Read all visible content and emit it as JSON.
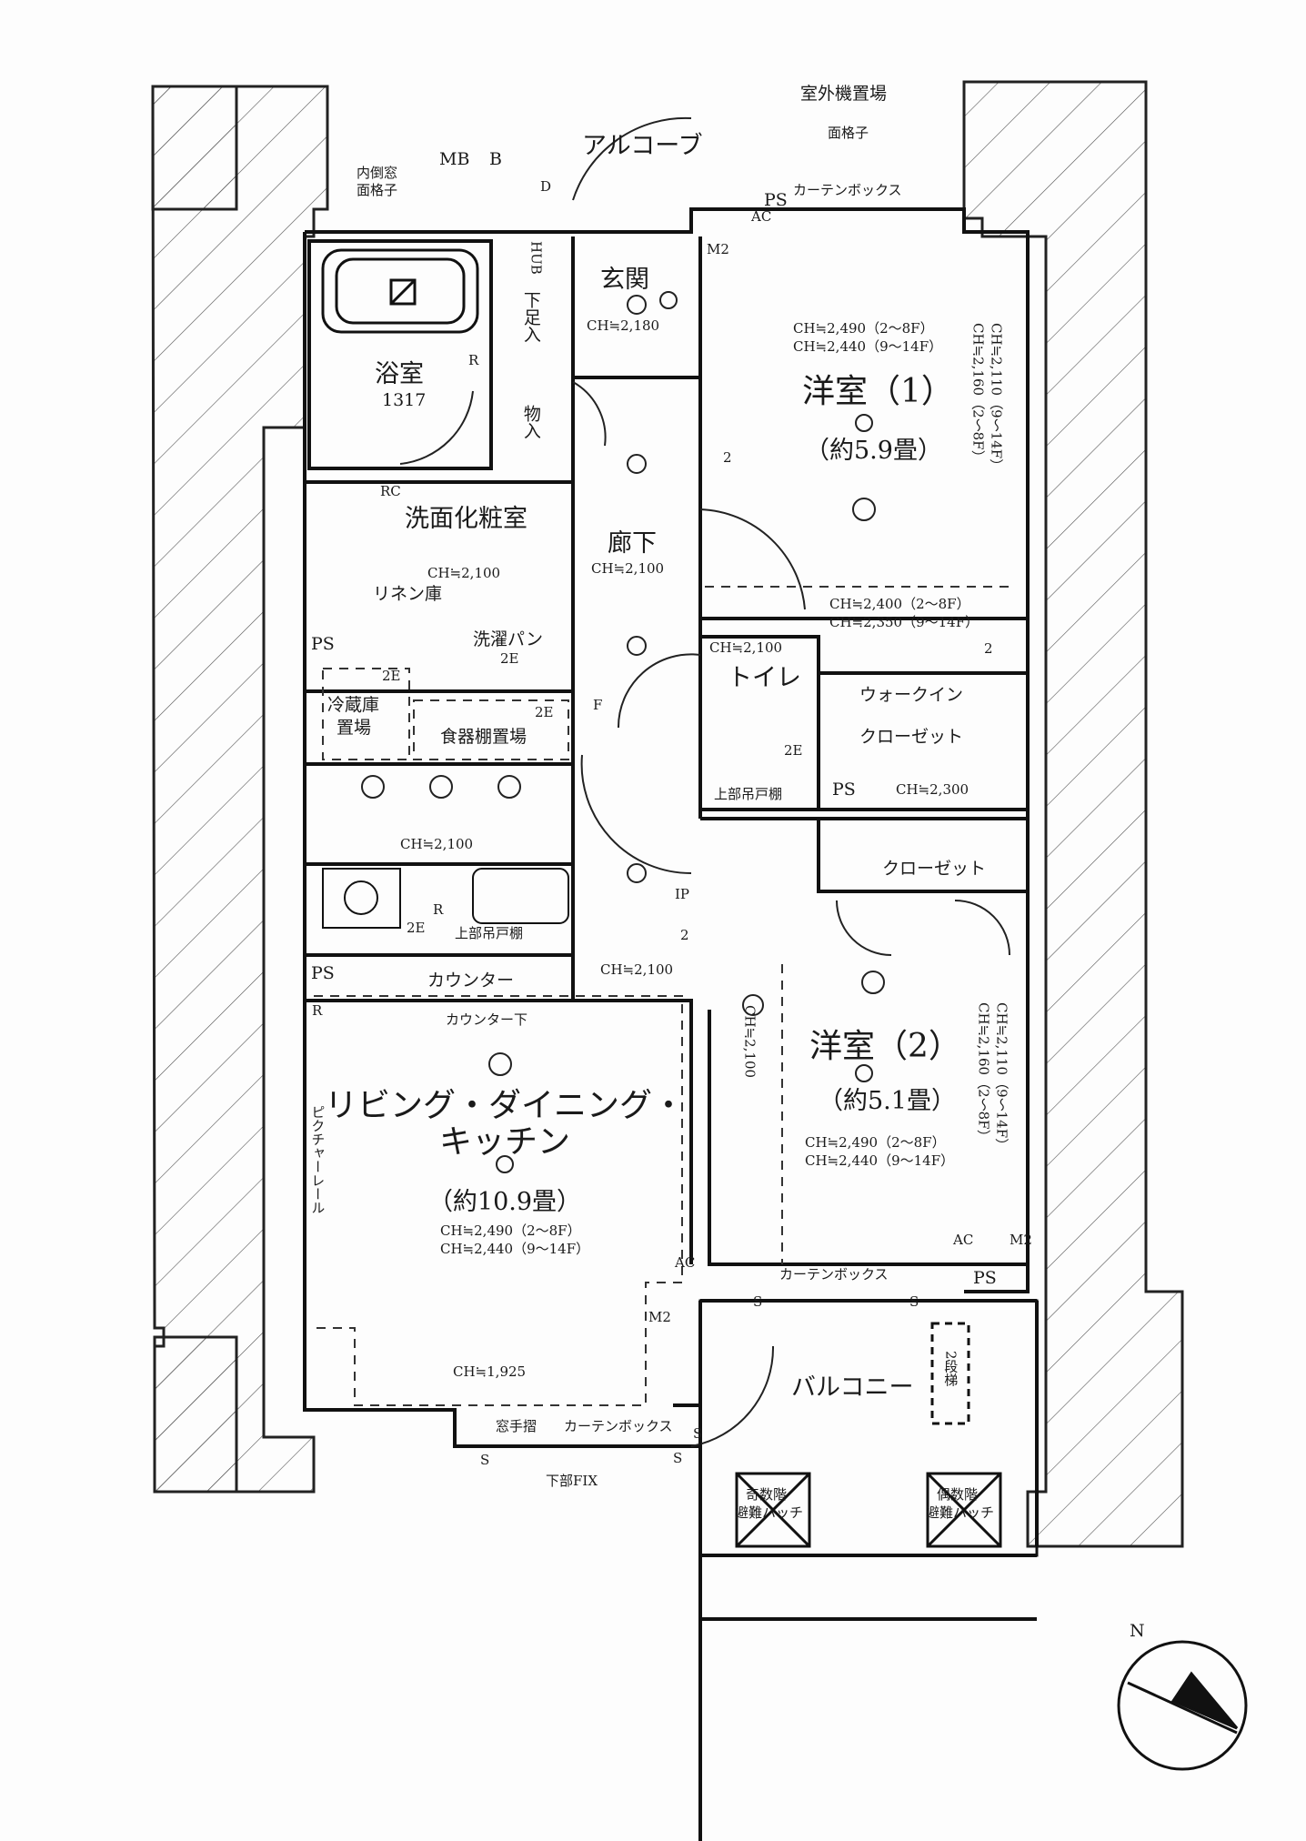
{
  "alcove": "アルコーブ",
  "outdoor_unit": "室外機置場",
  "face_lattice_top": "面格子",
  "inner_window": "内倒窓",
  "face_lattice_left": "面格子",
  "curtain_box_top": "カーテンボックス",
  "mb": "MB",
  "b": "B",
  "ps": "PS",
  "bath": {
    "name": "浴室",
    "size": "1317"
  },
  "entrance": {
    "name": "玄関",
    "ch": "CH≒2,180"
  },
  "shoe_storage": "下足入",
  "hub": "HUB",
  "storage": "物入",
  "room1": {
    "name": "洋室（1）",
    "area": "（約5.9畳）",
    "ch1": "CH≒2,490（2～8F）",
    "ch2": "CH≒2,440（9～14F）",
    "ch_side1": "CH≒2,160（2～8F）",
    "ch_side2": "CH≒2,110（9～14F）",
    "ch_low1": "CH≒2,400（2～8F）",
    "ch_low2": "CH≒2,350（9～14F）"
  },
  "washroom": {
    "name": "洗面化粧室",
    "ch": "CH≒2,100"
  },
  "linen": "リネン庫",
  "laundry_pan": "洗濯パン",
  "hallway": {
    "name": "廊下",
    "ch": "CH≒2,100"
  },
  "toilet": {
    "name": "トイレ",
    "ch": "CH≒2,100",
    "upper_cabinet": "上部吊戸棚"
  },
  "walkin": {
    "line1": "ウォークイン",
    "line2": "クローゼット",
    "ch": "CH≒2,300"
  },
  "fridge": {
    "line1": "冷蔵庫",
    "line2": "置場"
  },
  "dish_shelf": "食器棚置場",
  "kitchen": {
    "ch": "CH≒2,100",
    "upper_cabinet": "上部吊戸棚",
    "counter": "カウンター",
    "counter_below": "カウンター下",
    "ch2": "CH≒2,100"
  },
  "closet": "クローゼット",
  "room2": {
    "name": "洋室（2）",
    "area": "（約5.1畳）",
    "ch1": "CH≒2,490（2～8F）",
    "ch2": "CH≒2,440（9～14F）",
    "ch_side1": "CH≒2,160（2～8F）",
    "ch_side2": "CH≒2,110（9～14F）",
    "ch_left": "CH≒2,100"
  },
  "ldk": {
    "line1": "リビング・ダイニング・",
    "line2": "キッチン",
    "area": "（約10.9畳）",
    "ch1": "CH≒2,490（2～8F）",
    "ch2": "CH≒2,440（9～14F）",
    "ch_low": "CH≒1,925"
  },
  "picture_rail": "ピクチャーレール",
  "curtain_box_mid": "カーテンボックス",
  "window_rail": "窓手摺",
  "curtain_box_bottom": "カーテンボックス",
  "lower_fix": "下部FIX",
  "balcony": "バルコニー",
  "two_step": "2段梯",
  "odd_hatch": {
    "line1": "奇数階",
    "line2": "避難ハッチ"
  },
  "even_hatch": {
    "line1": "偶数階",
    "line2": "避難ハッチ"
  },
  "symbols": {
    "ip": "IP",
    "r": "R",
    "d": "D",
    "f": "F",
    "ac": "AC",
    "m2": "M2",
    "s": "S",
    "rc": "RC",
    "e2": "2E",
    "two": "2"
  },
  "compass": "N"
}
